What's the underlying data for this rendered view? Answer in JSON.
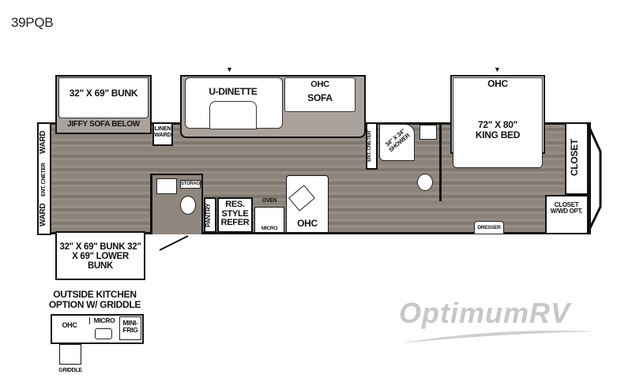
{
  "model": "39PQB",
  "rooms": {
    "front_bunk_top": "32\" X 69\" BUNK",
    "jiffy_sofa": "JIFFY SOFA BELOW",
    "ward_top": "WARD",
    "ent_center_front": "ENT. CNETER",
    "ward_bottom": "WARD",
    "linen_ward": "LINEN WARD",
    "storage": "STORAGE",
    "pantry": "PANTRY",
    "refer": "RES. STYLE REFER",
    "oven": "OVEN",
    "micro": "MICRO",
    "kitchen_ohc": "OHC",
    "dinette": "U-DINETTE",
    "sofa_ohc": "OHC",
    "sofa": "SOFA",
    "ent_center_bath": "ENT. CNETER",
    "shower": "34\" X 34\" SHOWER",
    "bed_ohc": "OHC",
    "bed": "72\" X 80\" KING BED",
    "closet": "CLOSET",
    "closet_wd": "CLOSET W/WD OPT.",
    "dresser": "DRESSER",
    "bottom_bunk": "32\" X 69\" BUNK 32\" X 69\" LOWER BUNK"
  },
  "outside_kitchen": {
    "title": "OUTSIDE KITCHEN OPTION W/ GRIDDLE",
    "ohc": "OHC",
    "micro": "MICRO",
    "mini_frig": "MINI-FRIG",
    "griddle": "GRIDDLE"
  },
  "watermark": "OptimumRV",
  "colors": {
    "floor": "#8c837b",
    "slide_floor": "#aaa39d",
    "wall": "#111111"
  }
}
